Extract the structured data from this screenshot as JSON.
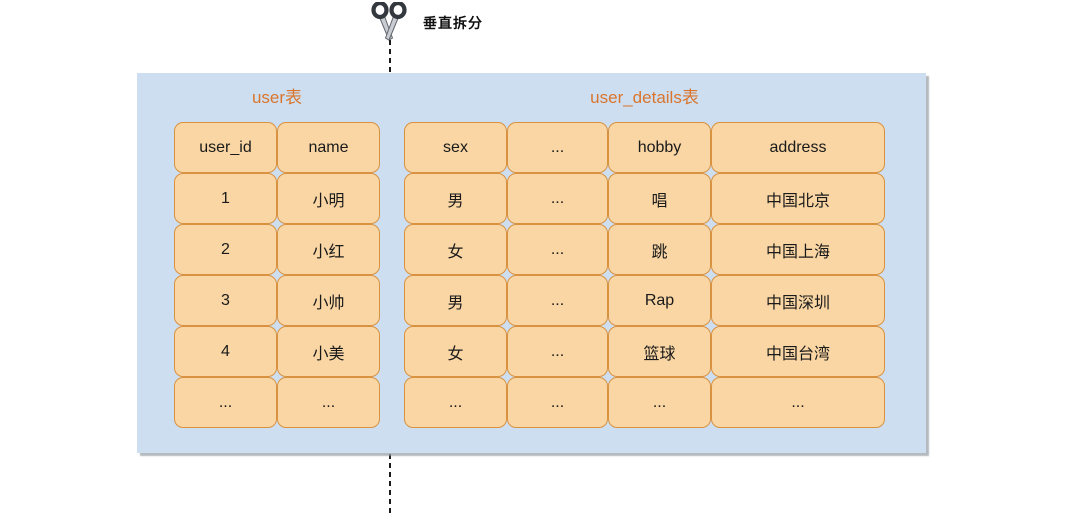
{
  "annotation": {
    "label": "垂直拆分",
    "icon": "scissors-icon"
  },
  "colors": {
    "panel_background": "#CEDEF1",
    "cell_fill": "#F9D6A4",
    "cell_border": "#D9923F",
    "title_text": "#D9752C",
    "cut_line": "#1b1b1b"
  },
  "tables": [
    {
      "title": "user表",
      "columns": [
        "user_id",
        "name"
      ],
      "rows": [
        [
          "1",
          "小明"
        ],
        [
          "2",
          "小红"
        ],
        [
          "3",
          "小帅"
        ],
        [
          "4",
          "小美"
        ],
        [
          "...",
          "..."
        ]
      ]
    },
    {
      "title": "user_details表",
      "columns": [
        "sex",
        "...",
        "hobby",
        "address"
      ],
      "rows": [
        [
          "男",
          "...",
          "唱",
          "中国北京"
        ],
        [
          "女",
          "...",
          "跳",
          "中国上海"
        ],
        [
          "男",
          "...",
          "Rap",
          "中国深圳"
        ],
        [
          "女",
          "...",
          "篮球",
          "中国台湾"
        ],
        [
          "...",
          "...",
          "...",
          "..."
        ]
      ]
    }
  ]
}
